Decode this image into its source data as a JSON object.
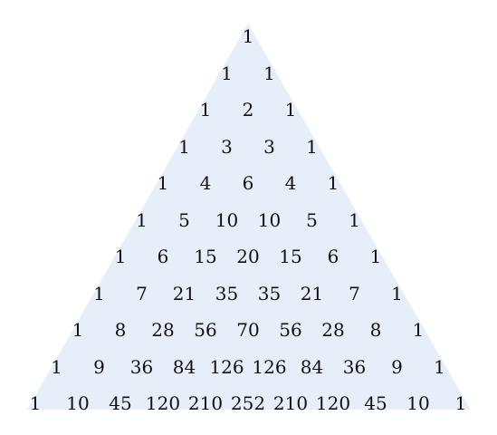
{
  "colors": {
    "triangle_fill": "#e6eef9",
    "text": "#111111",
    "background": "#ffffff"
  },
  "rows": [
    [
      "1"
    ],
    [
      "1",
      "1"
    ],
    [
      "1",
      "2",
      "1"
    ],
    [
      "1",
      "3",
      "3",
      "1"
    ],
    [
      "1",
      "4",
      "6",
      "4",
      "1"
    ],
    [
      "1",
      "5",
      "10",
      "10",
      "5",
      "1"
    ],
    [
      "1",
      "6",
      "15",
      "20",
      "15",
      "6",
      "1"
    ],
    [
      "1",
      "7",
      "21",
      "35",
      "35",
      "21",
      "7",
      "1"
    ],
    [
      "1",
      "8",
      "28",
      "56",
      "70",
      "56",
      "28",
      "8",
      "1"
    ],
    [
      "1",
      "9",
      "36",
      "84",
      "126",
      "126",
      "84",
      "36",
      "9",
      "1"
    ],
    [
      "1",
      "10",
      "45",
      "120",
      "210",
      "252",
      "210",
      "120",
      "45",
      "10",
      "1"
    ]
  ]
}
